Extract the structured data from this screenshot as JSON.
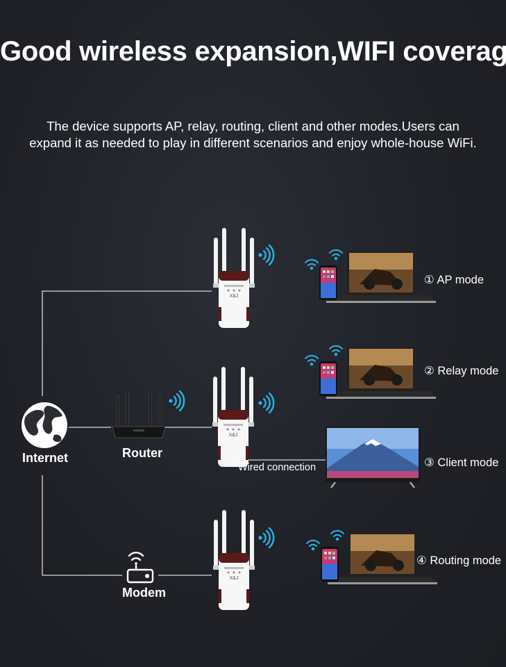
{
  "header": {
    "title": "Good wireless expansion,WIFI coverage",
    "subtitle_lines": [
      "The device supports AP, relay, routing, client and other modes.Users can",
      "expand it as needed to play in different scenarios and enjoy whole-house WiFi."
    ]
  },
  "nodes": {
    "internet": "Internet",
    "router": "Router",
    "modem": "Modem",
    "wired_connection": "Wired connection"
  },
  "modes": [
    {
      "label": "① AP mode"
    },
    {
      "label": "② Relay mode"
    },
    {
      "label": "③ Client mode"
    },
    {
      "label": "④ Routing mode"
    }
  ],
  "extender_brand": "X&J",
  "colors": {
    "background": "#1f2127",
    "line": "#d9d9d9",
    "wifi_waves": "#27b4e6",
    "text": "#ffffff"
  }
}
